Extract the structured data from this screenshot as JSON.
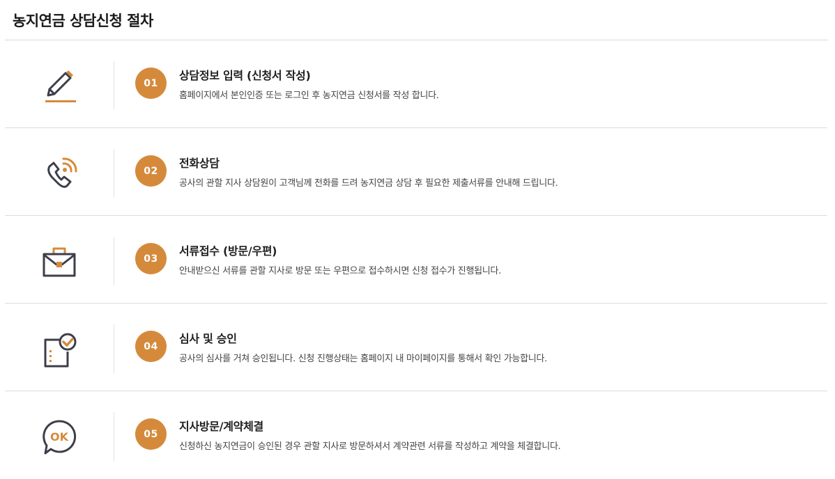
{
  "title": "농지연금 상담신청 절차",
  "accent_color": "#d58a3b",
  "icon_color": "#3c3f4a",
  "steps": [
    {
      "number": "01",
      "icon": "pencil-icon",
      "title": "상담정보 입력 (신청서 작성)",
      "description": "홈페이지에서 본인인증 또는 로그인 후 농지연금 신청서를 작성 합니다."
    },
    {
      "number": "02",
      "icon": "phone-call-icon",
      "title": "전화상담",
      "description": "공사의 관할 지사 상담원이 고객님께 전화를 드려 농지연금 상담 후 필요한 제출서류를 안내해 드립니다."
    },
    {
      "number": "03",
      "icon": "briefcase-icon",
      "title": "서류접수 (방문/우편)",
      "description": "안내받으신 서류를 관할 지사로 방문 또는 우편으로 접수하시면 신청 접수가 진행됩니다."
    },
    {
      "number": "04",
      "icon": "document-check-icon",
      "title": "심사 및 승인",
      "description": "공사의 심사를 거쳐 승인됩니다. 신청 진행상태는 홈페이지 내 마이페이지를 통해서 확인 가능합니다."
    },
    {
      "number": "05",
      "icon": "ok-speech-bubble-icon",
      "title": "지사방문/계약체결",
      "description": "신청하신 농지연금이 승인된 경우 관할 지사로 방문하셔서 계약관련 서류를 작성하고 계약을 체결합니다."
    }
  ]
}
